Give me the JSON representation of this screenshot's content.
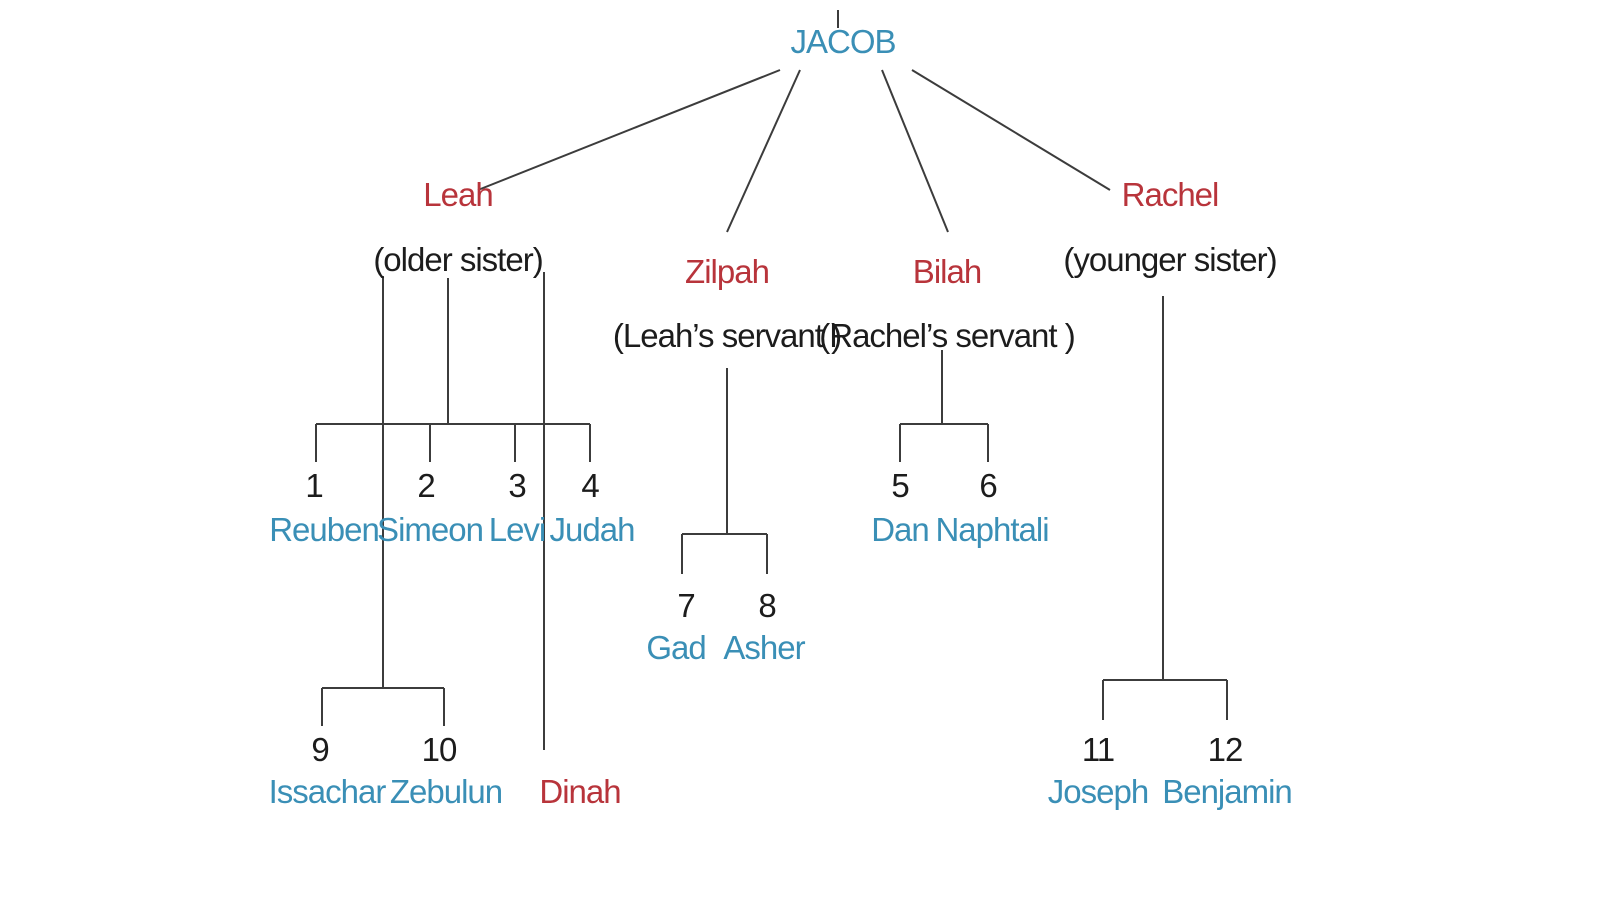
{
  "diagram": {
    "root": {
      "name": "JACOB"
    },
    "wives": [
      {
        "name": "Leah",
        "note": "(older sister)"
      },
      {
        "name": "Zilpah",
        "note": "(Leah’s servant )"
      },
      {
        "name": "Bilah",
        "note": "(Rachel’s servant )"
      },
      {
        "name": "Rachel",
        "note": "(younger sister)"
      }
    ],
    "children": [
      {
        "number": "1",
        "name": "Reuben"
      },
      {
        "number": "2",
        "name": "Simeon"
      },
      {
        "number": "3",
        "name": "Levi"
      },
      {
        "number": "4",
        "name": "Judah"
      },
      {
        "number": "5",
        "name": "Dan"
      },
      {
        "number": "6",
        "name": "Naphtali"
      },
      {
        "number": "7",
        "name": "Gad"
      },
      {
        "number": "8",
        "name": "Asher"
      },
      {
        "number": "9",
        "name": "Issachar"
      },
      {
        "number": "10",
        "name": "Zebulun"
      },
      {
        "number": "11",
        "name": "Joseph"
      },
      {
        "number": "12",
        "name": "Benjamin"
      }
    ],
    "daughter": {
      "name": "Dinah"
    },
    "colors": {
      "root_and_sons": "#3a8fb6",
      "wives_and_daughter": "#b8343b",
      "notes_and_numbers": "#1c1c1c",
      "lines": "#3c3c3c"
    }
  }
}
